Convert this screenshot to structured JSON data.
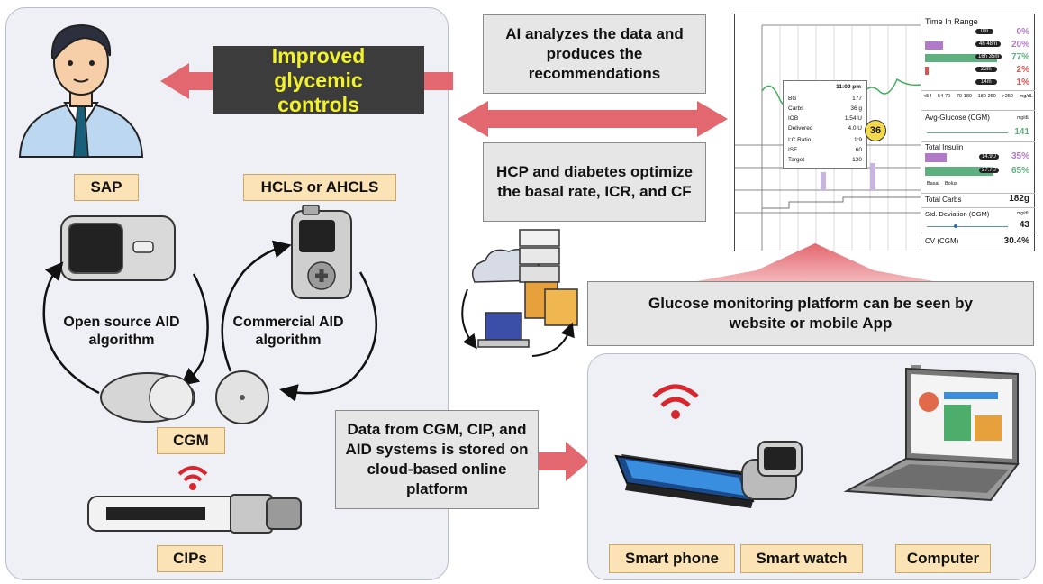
{
  "top_banner": "Improved glycemic controls",
  "ai_box": "AI analyzes the data and produces the recommendations",
  "hcp_box": "HCP and diabetes optimize the basal rate, ICR, and CF",
  "platform_box": "Glucose monitoring platform can be seen by website or mobile App",
  "cloud_box": "Data from CGM, CIP, and AID systems is stored on cloud-based online platform",
  "labels": {
    "sap": "SAP",
    "hcls": "HCLS or AHCLS",
    "cgm": "CGM",
    "cips": "CIPs",
    "open_source": "Open source AID algorithm",
    "commercial": "Commercial AID algorithm",
    "smart_phone": "Smart phone",
    "smart_watch": "Smart watch",
    "computer": "Computer"
  },
  "dashboard": {
    "time_in_range_title": "Time In Range",
    "tir_items": [
      {
        "duration": "0m",
        "pct": "0%",
        "color": "#b07ac9"
      },
      {
        "duration": "4h 48m",
        "pct": "20%",
        "color": "#b07ac9"
      },
      {
        "duration": "16h 35m",
        "pct": "77%",
        "color": "#5fb07f"
      },
      {
        "duration": "23m",
        "pct": "2%",
        "color": "#d9534f"
      },
      {
        "duration": "14m",
        "pct": "1%",
        "color": "#d9534f"
      }
    ],
    "range_labels": [
      "<54",
      "54-70",
      "70-180",
      "180-250",
      ">250",
      "mg/dL"
    ],
    "avg_glucose_label": "Avg-Glucose (CGM)",
    "avg_glucose_unit": "mg/dL",
    "avg_glucose_value": "141",
    "total_insulin_label": "Total Insulin",
    "insulin_items": [
      {
        "amount": "14.9U",
        "pct": "35%"
      },
      {
        "amount": "27.7U",
        "pct": "65%"
      }
    ],
    "basal_label": "Basal",
    "bolus_label": "Bolus",
    "total_carbs_label": "Total Carbs",
    "total_carbs_value": "182g",
    "std_dev_label": "Std. Deviation (CGM)",
    "std_dev_unit": "mg/dL",
    "std_dev_value": "43",
    "cv_label": "CV (CGM)",
    "cv_value": "30.4%",
    "tooltip": {
      "time": "11:09 pm",
      "rows": [
        {
          "k": "BG",
          "v": "177"
        },
        {
          "k": "Carbs",
          "v": "36 g"
        },
        {
          "k": "IOB",
          "v": "1.54 U"
        },
        {
          "k": "Delivered",
          "v": "4.0 U"
        },
        {
          "k": "I:C Ratio",
          "v": "1:9"
        },
        {
          "k": "ISF",
          "v": "60"
        },
        {
          "k": "Target",
          "v": "120"
        }
      ],
      "badge": "36"
    }
  }
}
